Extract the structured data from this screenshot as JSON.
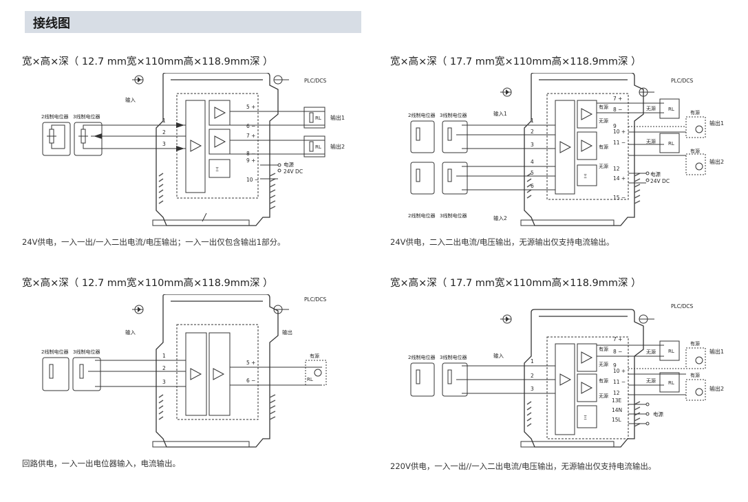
{
  "section": {
    "title": "接线图"
  },
  "panels": [
    {
      "dimension": "宽×高×深（ 12.7 mm宽×110mm高×118.9mm深 ）",
      "caption": "24V供电，一入一出/一入二出电流/电压输出；一入一出仅包含输出1部分。",
      "labels": {
        "plc": "PLC/DCS",
        "input": "输入",
        "pot2": "2线制电位器",
        "pot3": "3线制电位器",
        "t1": "1",
        "t2": "2",
        "t3": "3",
        "t5": "5 +",
        "t6": "6 −",
        "t7": "7 +",
        "t8": "8 −",
        "t9": "9 +",
        "t10": "10 −",
        "out1": "输出1",
        "out2": "输出2",
        "power": "电源",
        "power_v": "24V DC",
        "rl": "RL"
      }
    },
    {
      "dimension": "宽×高×深（ 17.7 mm宽×110mm高×118.9mm深 ）",
      "caption": "24V供电，二入二出电流/电压输出，无源输出仅支持电流输出。",
      "labels": {
        "plc": "PLC/DCS",
        "input1": "输入1",
        "input2": "输入2",
        "pot2": "2线制电位器",
        "pot3": "3线制电位器",
        "t1": "1",
        "t2": "2",
        "t3": "3",
        "t4": "4",
        "t5": "5",
        "t6": "6",
        "active": "有源",
        "passive": "无源",
        "t7": "7 +",
        "t8": "8 −",
        "t9": "9",
        "t10": "10 +",
        "t11": "11 −",
        "t12": "12",
        "t14": "14 +",
        "t15": "15 −",
        "out1": "输出1",
        "out2": "输出2",
        "power": "电源",
        "power_v": "24V DC",
        "rl": "RL"
      }
    },
    {
      "dimension": "宽×高×深（ 12.7 mm宽×110mm高×118.9mm深 ）",
      "caption": "回路供电，一入一出电位器输入，电流输出。",
      "labels": {
        "plc": "PLC/DCS",
        "input": "输入",
        "output": "输出",
        "pot2": "2线制电位器",
        "pot3": "3线制电位器",
        "t1": "1",
        "t2": "2",
        "t3": "3",
        "t5": "5 +",
        "t6": "6 −",
        "active": "有源",
        "rl": "RL"
      }
    },
    {
      "dimension": "宽×高×深（ 17.7 mm宽×110mm高×118.9mm深 ）",
      "caption": "220V供电，一入一出//一入二出电流/电压输出，无源输出仅支持电流输出。",
      "labels": {
        "plc": "PLC/DCS",
        "input": "输入",
        "pot2": "2线制电位器",
        "pot3": "3线制电位器",
        "t1": "1",
        "t2": "2",
        "t3": "3",
        "active": "有源",
        "passive": "无源",
        "t7": "7 +",
        "t8": "8 −",
        "t9": "9",
        "t10": "10 +",
        "t11": "11 −",
        "t12": "12",
        "t13": "13E",
        "t14": "14N",
        "t15": "15L",
        "out1": "输出1",
        "out2": "输出2",
        "power": "电源",
        "rl": "RL"
      }
    }
  ]
}
